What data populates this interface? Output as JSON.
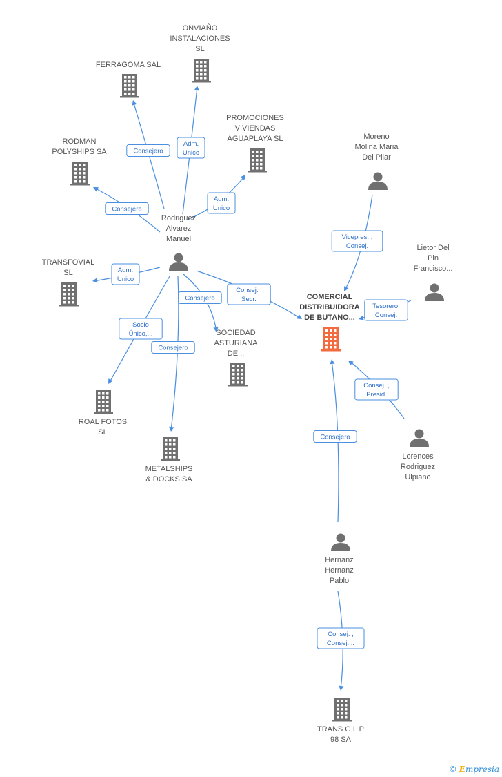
{
  "colors": {
    "edge": "#4a8fe0",
    "icon": "#707070",
    "focus": "#f26a3d"
  },
  "companies": [
    {
      "id": "onviano",
      "icon": "building-icon",
      "lines": [
        "ONVIAÑO",
        "INSTALACIONES",
        "SL"
      ]
    },
    {
      "id": "ferragoma",
      "icon": "building-icon",
      "lines": [
        "FERRAGOMA SAL"
      ]
    },
    {
      "id": "promociones",
      "icon": "building-icon",
      "lines": [
        "PROMOCIONES",
        "VIVIENDAS",
        "AGUAPLAYA SL"
      ]
    },
    {
      "id": "rodman",
      "icon": "building-icon",
      "lines": [
        "RODMAN",
        "POLYSHIPS SA"
      ]
    },
    {
      "id": "transfovial",
      "icon": "building-icon",
      "lines": [
        "TRANSFOVIAL",
        "SL"
      ]
    },
    {
      "id": "sociedad",
      "icon": "building-icon",
      "lines": [
        "SOCIEDAD",
        "ASTURIANA",
        "DE..."
      ]
    },
    {
      "id": "roal",
      "icon": "building-icon",
      "lines": [
        "ROAL FOTOS",
        "SL"
      ]
    },
    {
      "id": "metalships",
      "icon": "building-icon",
      "lines": [
        "METALSHIPS",
        "& DOCKS SA"
      ]
    },
    {
      "id": "comercial",
      "icon": "building-icon",
      "focus": true,
      "lines": [
        "COMERCIAL",
        "DISTRIBUIDORA",
        "DE BUTANO..."
      ]
    },
    {
      "id": "transglp",
      "icon": "building-icon",
      "lines": [
        "TRANS G L P",
        "98 SA"
      ]
    }
  ],
  "people": [
    {
      "id": "rodriguez",
      "icon": "person-icon",
      "lines": [
        "Rodriguez",
        "Alvarez",
        "Manuel"
      ]
    },
    {
      "id": "moreno",
      "icon": "person-icon",
      "lines": [
        "Moreno",
        "Molina Maria",
        "Del Pilar"
      ]
    },
    {
      "id": "lietor",
      "icon": "person-icon",
      "lines": [
        "Lietor Del",
        "Pin",
        "Francisco..."
      ]
    },
    {
      "id": "lorences",
      "icon": "person-icon",
      "lines": [
        "Lorences",
        "Rodriguez",
        "Ulpiano"
      ]
    },
    {
      "id": "hernanz",
      "icon": "person-icon",
      "lines": [
        "Hernanz",
        "Hernanz",
        "Pablo"
      ]
    }
  ],
  "relations": [
    {
      "id": "rel-onviano",
      "lines": [
        "Adm.",
        "Unico"
      ]
    },
    {
      "id": "rel-ferragoma",
      "lines": [
        "Consejero"
      ]
    },
    {
      "id": "rel-promociones",
      "lines": [
        "Adm.",
        "Unico"
      ]
    },
    {
      "id": "rel-rodman",
      "lines": [
        "Consejero"
      ]
    },
    {
      "id": "rel-transfovial",
      "lines": [
        "Adm.",
        "Unico"
      ]
    },
    {
      "id": "rel-sociedad",
      "lines": [
        "Consejero"
      ]
    },
    {
      "id": "rel-roal",
      "lines": [
        "Socio",
        "Único,..."
      ]
    },
    {
      "id": "rel-metalships",
      "lines": [
        "Consejero"
      ]
    },
    {
      "id": "rel-rodriguez-comercial",
      "lines": [
        "Consej. ,",
        "Secr."
      ]
    },
    {
      "id": "rel-moreno",
      "lines": [
        "Vicepres. ,",
        "Consej."
      ]
    },
    {
      "id": "rel-lietor",
      "lines": [
        "Tesorero,",
        "Consej."
      ]
    },
    {
      "id": "rel-lorences",
      "lines": [
        "Consej. ,",
        "Presid."
      ]
    },
    {
      "id": "rel-hernanz-comercial",
      "lines": [
        "Consejero"
      ]
    },
    {
      "id": "rel-hernanz-transglp",
      "lines": [
        "Consej. ,",
        "Consej...."
      ]
    }
  ],
  "brand": {
    "copyright": "©",
    "initial": "E",
    "rest": "mpresia"
  }
}
